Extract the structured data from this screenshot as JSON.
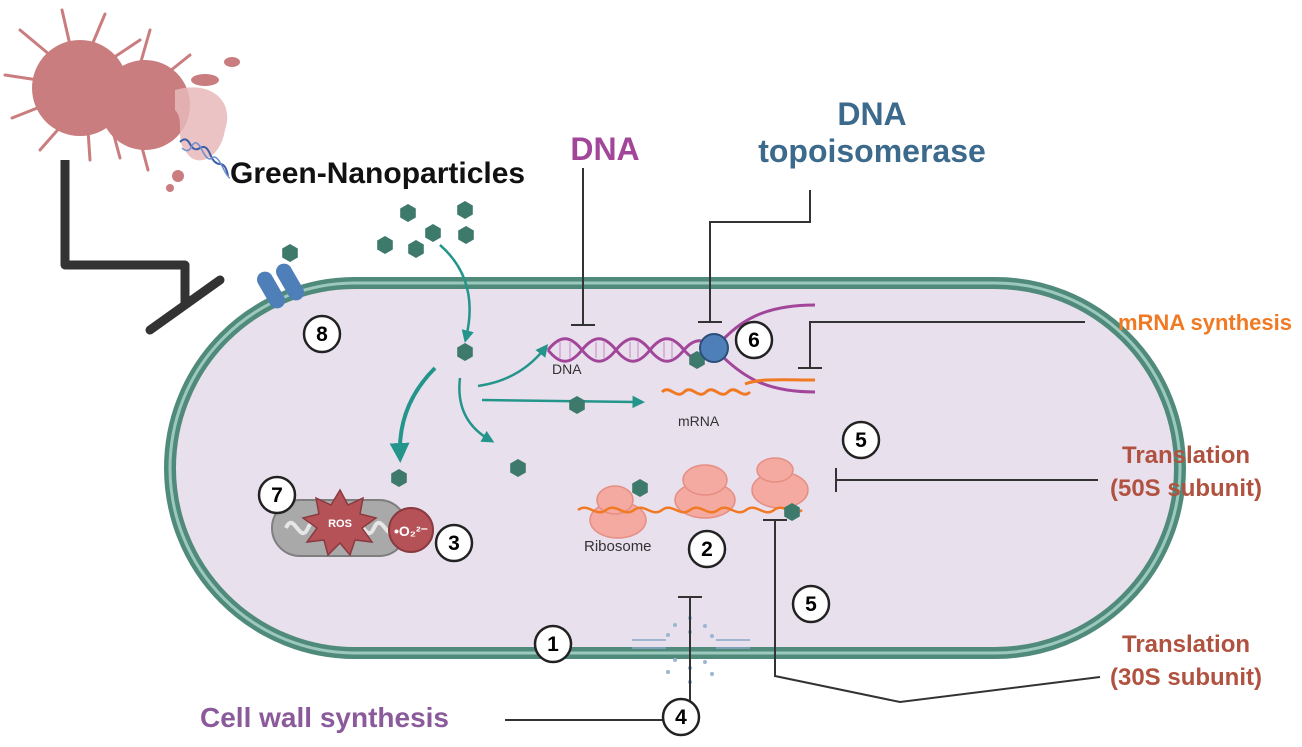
{
  "labels": {
    "green_nanoparticles": "Green-Nanoparticles",
    "dna_target": "DNA",
    "dna_topo_line1": "DNA",
    "dna_topo_line2": "topoisomerase",
    "mrna_synthesis": "mRNA synthesis",
    "translation_50s_line1": "Translation",
    "translation_50s_line2": "(50S subunit)",
    "translation_30s_line1": "Translation",
    "translation_30s_line2": "(30S subunit)",
    "cell_wall_synthesis": "Cell wall synthesis",
    "dna_small": "DNA",
    "mrna_small": "mRNA",
    "ribosome": "Ribosome",
    "ros": "ROS",
    "superoxide": "•O₂²⁻"
  },
  "markers": {
    "m1": "1",
    "m2": "2",
    "m3": "3",
    "m4": "4",
    "m5a": "5",
    "m5b": "5",
    "m6": "6",
    "m7": "7",
    "m8": "8"
  },
  "colors": {
    "cell_fill": "#e9e0ee",
    "cell_wall": "#4f8a7b",
    "nanoparticle": "#3e7a6c",
    "arrow": "#24958b",
    "dna_strand": "#a2469a",
    "dna_label": "#a2469a",
    "topo_label": "#3c6a8c",
    "mrna": "#f07a23",
    "mrna_label": "#f07a23",
    "translation_label": "#b0523f",
    "cell_wall_label": "#8a5a9a",
    "ribosome": "#f4aaa0",
    "mito": "#a9a9a9",
    "ros": "#b55258",
    "bacterium": "#c97d7e"
  }
}
